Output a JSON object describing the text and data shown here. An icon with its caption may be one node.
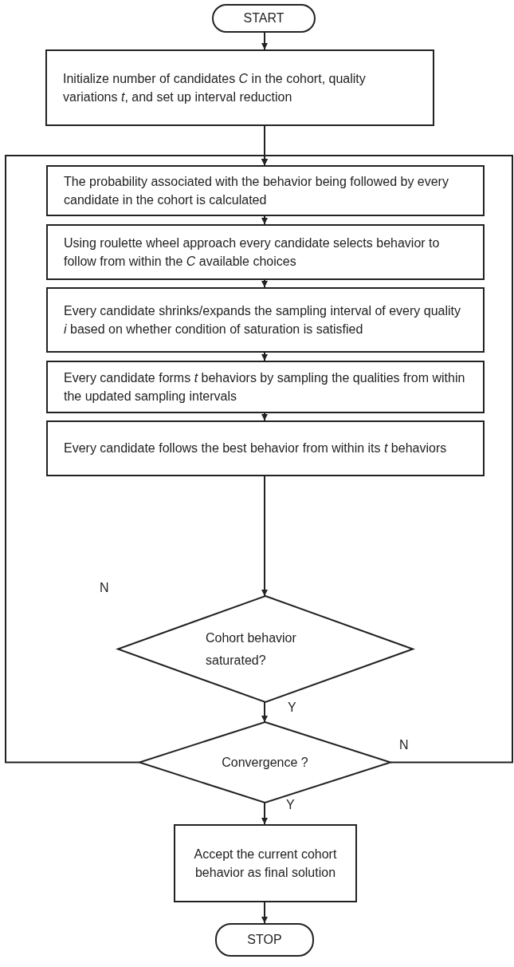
{
  "diagram": {
    "nodes": [
      {
        "text": [
          "START"
        ]
      },
      {
        "text": [
          "Initialize number of candidates *C* in the cohort, quality variations *t*, and set up interval reduction"
        ]
      },
      {
        "text": [
          "The probability associated with the behavior being followed by every candidate in the cohort is calculated"
        ]
      },
      {
        "text": [
          "Using roulette wheel approach every candidate selects behavior to follow from within the *C* available choices"
        ]
      },
      {
        "text": [
          "Every candidate shrinks/expands the sampling interval of every quality *i* based on whether condition of saturation is satisfied"
        ]
      },
      {
        "text": [
          "Every candidate forms *t* behaviors by sampling the qualities from within the updated sampling intervals"
        ]
      },
      {
        "text": [
          "Every candidate follows the best behavior from within its *t* behaviors"
        ]
      },
      {
        "text": [
          "Cohort behavior saturated?"
        ]
      },
      {
        "text": [
          "Convergence ?"
        ]
      },
      {
        "text": [
          "Accept the current cohort behavior as final solution"
        ]
      },
      {
        "text": [
          "STOP"
        ]
      }
    ],
    "edges": [
      {
        "from": 0,
        "to": 1,
        "arrow": "to"
      },
      {
        "from": 1,
        "to": 2,
        "arrow": "to"
      },
      {
        "from": 2,
        "to": 3,
        "arrow": "to"
      },
      {
        "from": 3,
        "to": 4,
        "arrow": "to"
      },
      {
        "from": 4,
        "to": 5,
        "arrow": "to"
      },
      {
        "from": 5,
        "to": 6,
        "arrow": "to"
      },
      {
        "from": 6,
        "to": 7,
        "arrow": "to"
      },
      {
        "from": 7,
        "to": 8,
        "arrow": "to",
        "label": "Y"
      },
      {
        "from": 8,
        "to": 2,
        "arrow": "to"
      },
      {
        "from": 8,
        "to": 2,
        "arrow": "to",
        "label": "N"
      },
      {
        "from": 8,
        "to": 9,
        "arrow": "to",
        "label": "Y"
      },
      {
        "from": 9,
        "to": 10,
        "arrow": "to"
      }
    ],
    "labels": [
      "N"
    ]
  }
}
